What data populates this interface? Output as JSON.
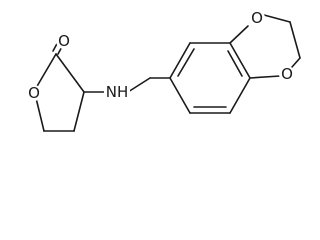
{
  "molecule": {
    "atoms": {
      "lactone_carbonyl_oxygen": "O",
      "lactone_ring_oxygen": "O",
      "amine": "NH",
      "dioxane_oxygen_upper": "O",
      "dioxane_oxygen_lower": "O"
    }
  }
}
